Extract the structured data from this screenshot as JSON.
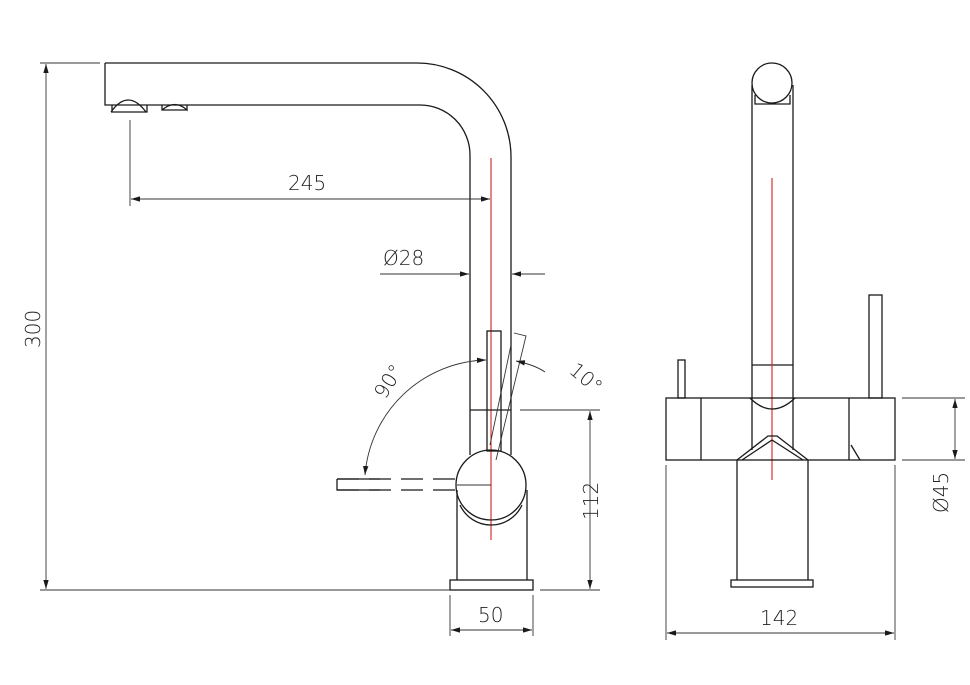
{
  "side_view": {
    "dim_height": "300",
    "dim_reach": "245",
    "dim_tube_diameter": "Ø28",
    "dim_lever_height": "112",
    "dim_base_width": "50",
    "angle_lever_back": "10°",
    "angle_lever_swing": "90°"
  },
  "front_view": {
    "dim_body_diameter": "Ø45",
    "dim_total_width": "142"
  },
  "colors": {
    "line": "#1a1a1a",
    "centerline": "#d42020"
  }
}
